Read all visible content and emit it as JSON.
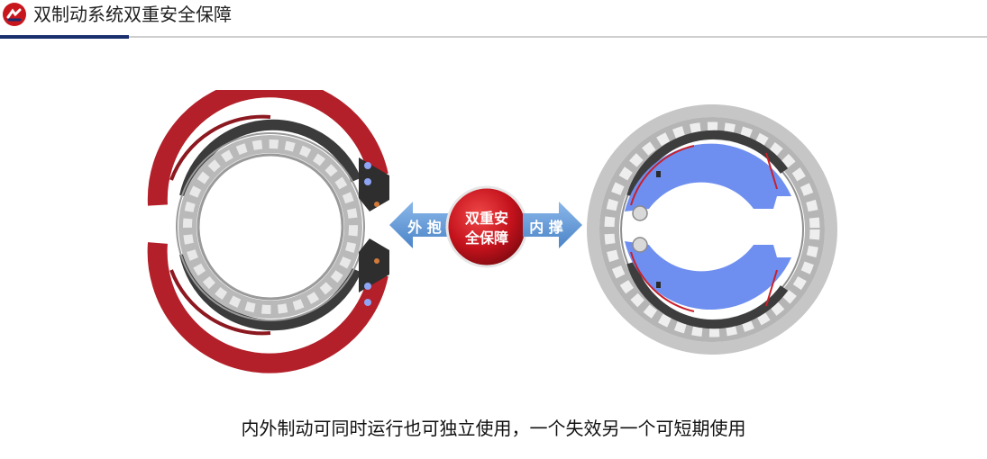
{
  "header": {
    "title": "双制动系统双重安全保障",
    "logo_icon": "brand-logo-icon"
  },
  "diagram": {
    "left_label": "外 抱",
    "right_label": "内 撑",
    "center_badge_line1": "双重安",
    "center_badge_line2": "全保障"
  },
  "caption": "内外制动可同时运行也可独立使用，一个失效另一个可短期使用",
  "colors": {
    "accent_blue": "#1a2f6e",
    "brake_red": "#b3202a",
    "shoe_blue": "#6f8ff0",
    "badge_red": "#c4121c",
    "arrow_blue": "#5f96d6"
  }
}
